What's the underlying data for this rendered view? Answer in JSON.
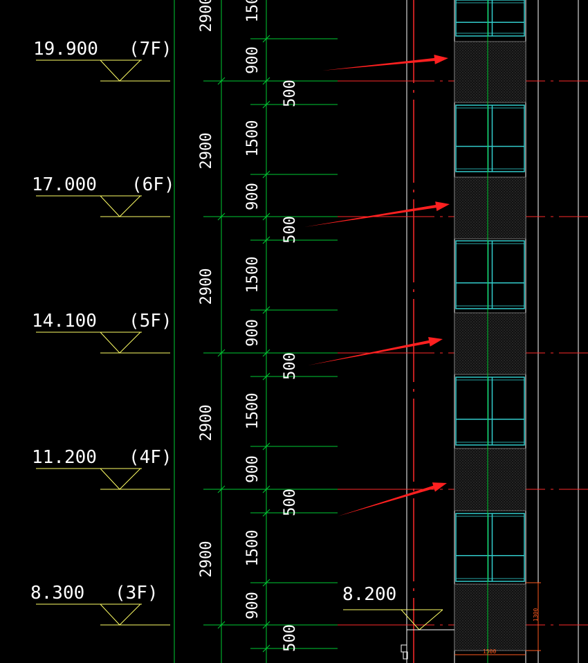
{
  "colors": {
    "background": "#000000",
    "level_line": "#ffff66",
    "dim_line": "#00cc33",
    "axis_red": "#ff2a2a",
    "window_frame": "#33cccc",
    "panel_hatch": "#3a3a3a",
    "arrow": "#ff2020",
    "wall": "#ffffff",
    "text": "#ffffff",
    "small_dim": "#ff5a1f"
  },
  "levels": [
    {
      "elev": "19.900",
      "floor": "(7F)"
    },
    {
      "elev": "17.000",
      "floor": "(6F)"
    },
    {
      "elev": "14.100",
      "floor": "(5F)"
    },
    {
      "elev": "11.200",
      "floor": "(4F)"
    },
    {
      "elev": "8.300",
      "floor": "(3F)"
    }
  ],
  "dims": {
    "storey": "2900",
    "window": "1500",
    "sill": "900",
    "below": "500"
  },
  "extra_level": {
    "elev": "8.200"
  },
  "small_dims": {
    "vertical": "1300",
    "horizontal": "1500"
  },
  "icons": {
    "level_marker": "triangle-level-icon",
    "callout": "red-arrow-icon"
  }
}
